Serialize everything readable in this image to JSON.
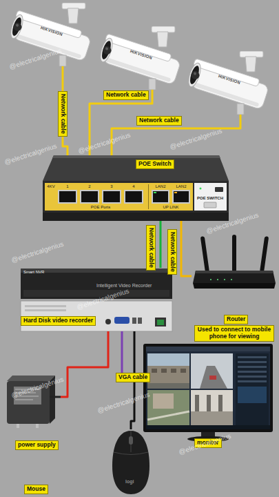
{
  "diagram": {
    "nodes": [
      {
        "text": [
          "HIKVISION"
        ]
      },
      {
        "text": [
          "HIKVISION"
        ]
      },
      {
        "text": [
          "HIKVISION"
        ]
      },
      {
        "text": [
          "POE Switch"
        ]
      },
      {
        "text": [
          "Router",
          "Used to connect to mobile phone for viewing"
        ]
      },
      {
        "text": [
          "Smart NVR",
          "Intelligent Video Recorder",
          "Hard Disk video recorder"
        ]
      },
      {
        "text": [
          "power supply"
        ]
      },
      {
        "text": [
          "monitor"
        ]
      },
      {
        "text": [
          "logi",
          "Mouse"
        ]
      }
    ],
    "edges": [
      {
        "from": 0,
        "to": 3,
        "arrow": "none",
        "label": "Network cable"
      },
      {
        "from": 1,
        "to": 3,
        "arrow": "none",
        "label": "Network cable"
      },
      {
        "from": 2,
        "to": 3,
        "arrow": "none",
        "label": "Network cable"
      },
      {
        "from": 3,
        "to": 5,
        "arrow": "none",
        "label": "Network cable"
      },
      {
        "from": 3,
        "to": 4,
        "arrow": "none",
        "label": "Network cable"
      },
      {
        "from": 6,
        "to": 5,
        "arrow": "none"
      },
      {
        "from": 5,
        "to": 7,
        "arrow": "none",
        "label": "VGA cable"
      },
      {
        "from": 5,
        "to": 8,
        "arrow": "none"
      }
    ],
    "labels": [
      "4KV",
      "1",
      "2",
      "3",
      "4",
      "POE Ports",
      "LAN2",
      "LAN2",
      "UP LINK",
      "POE SWITCH",
      "@electricalgenius",
      "@electricalgenius",
      "@electricalgenius",
      "@electricalgenius",
      "@electricalgenius",
      "@electricalgenius",
      "@electricalgenius",
      "@electricalgenius",
      "@electricalgenius",
      "@electricalgenius"
    ]
  }
}
